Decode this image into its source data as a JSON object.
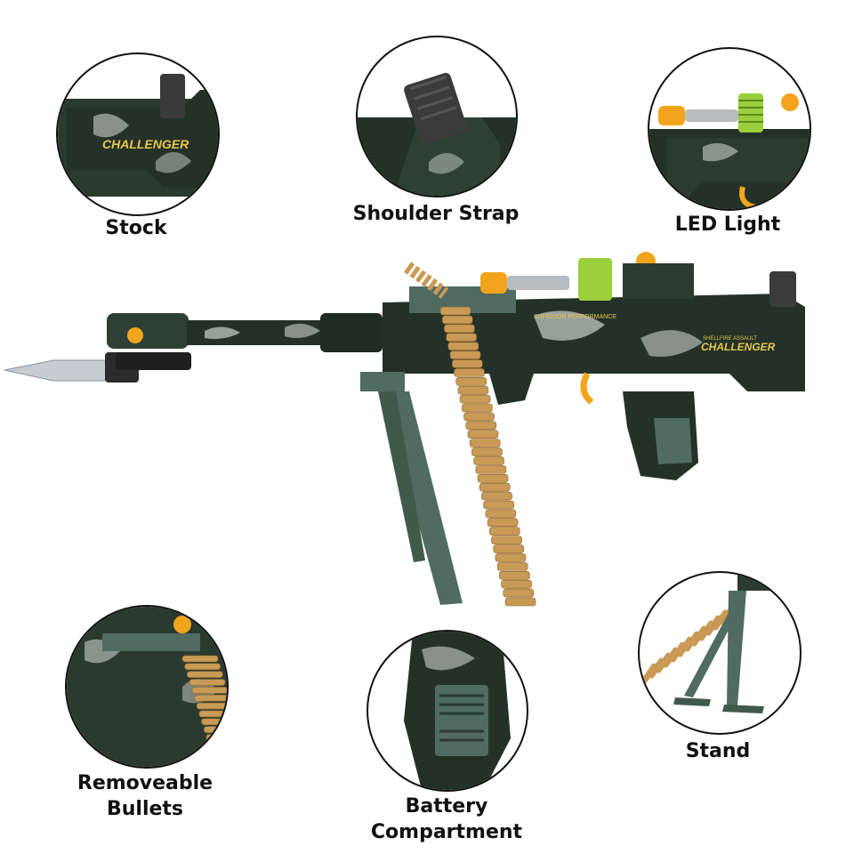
{
  "colors": {
    "camo_dark": "#233128",
    "camo_mid": "#3f5a4a",
    "camo_light": "#c9d1cd",
    "brass": "#c99a55",
    "led_green": "#9ccf3c",
    "led_orange": "#f2a51c",
    "stand_gray": "#4f6b62",
    "blade": "#c8ccd0"
  },
  "callouts": [
    {
      "id": "stock",
      "label": "Stock"
    },
    {
      "id": "shoulder-strap",
      "label": "Shoulder Strap"
    },
    {
      "id": "led-light",
      "label": "LED Light"
    },
    {
      "id": "removeable-bullets",
      "label": "Removeable\nBullets"
    },
    {
      "id": "battery-compartment",
      "label": "Battery\nCompartment"
    },
    {
      "id": "stand",
      "label": "Stand"
    }
  ],
  "toy": {
    "brand_text": "CHALLENGER",
    "sub_text": "SHELLFIRE ASSAULT",
    "panel_text": "SUPERIOR PERFORMANCE"
  }
}
